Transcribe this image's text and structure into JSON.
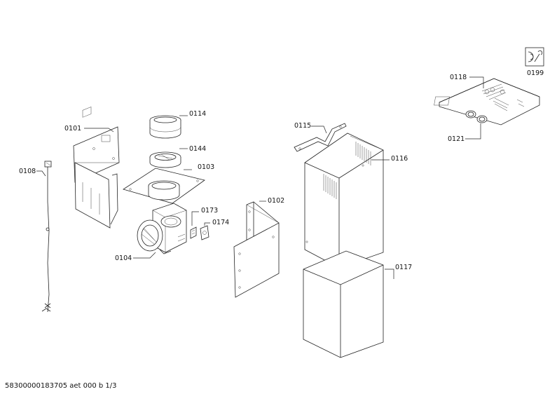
{
  "labels": {
    "p0101": "0101",
    "p0102": "0102",
    "p0103": "0103",
    "p0104": "0104",
    "p0108": "0108",
    "p0114": "0114",
    "p0115": "0115",
    "p0116": "0116",
    "p0117": "0117",
    "p0118": "0118",
    "p0121": "0121",
    "p0144": "0144",
    "p0173": "0173",
    "p0174": "0174",
    "p0199": "0199"
  },
  "footer": {
    "document_id": "58300000183705 aet 000 b 1/3"
  },
  "icons": {
    "service": "wrench-manual-icon"
  }
}
